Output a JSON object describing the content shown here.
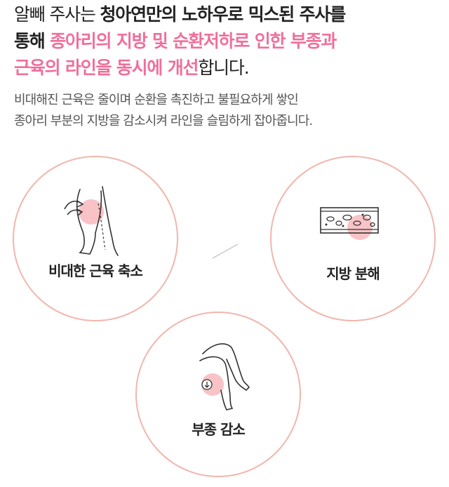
{
  "headline": {
    "line1_a": "알빼 주사는 ",
    "line1_b": "청아연만의 노하우로 믹스된 주사를",
    "line2_a": "통해 ",
    "line2_b": "종아리의 지방 및 순환저하로 인한 부종과",
    "line3_b": "근육의 라인을 동시에 개선",
    "line3_c": "합니다."
  },
  "description": {
    "line1": "비대해진 근육은 줄이며 순환을 촉진하고 불필요하게 쌓인",
    "line2": "종아리 부분의 지방을 감소시켜 라인을 슬림하게 잡아줍니다."
  },
  "effects": [
    {
      "label": "비대한 근육 축소",
      "icon": "calf-muscle-icon"
    },
    {
      "label": "지방 분해",
      "icon": "fat-tissue-icon"
    },
    {
      "label": "부종 감소",
      "icon": "legs-swelling-down-icon"
    }
  ],
  "colors": {
    "accent": "#ef6f9c",
    "circle_border": "#f1b6ad",
    "highlight": "#f7b8bd"
  }
}
